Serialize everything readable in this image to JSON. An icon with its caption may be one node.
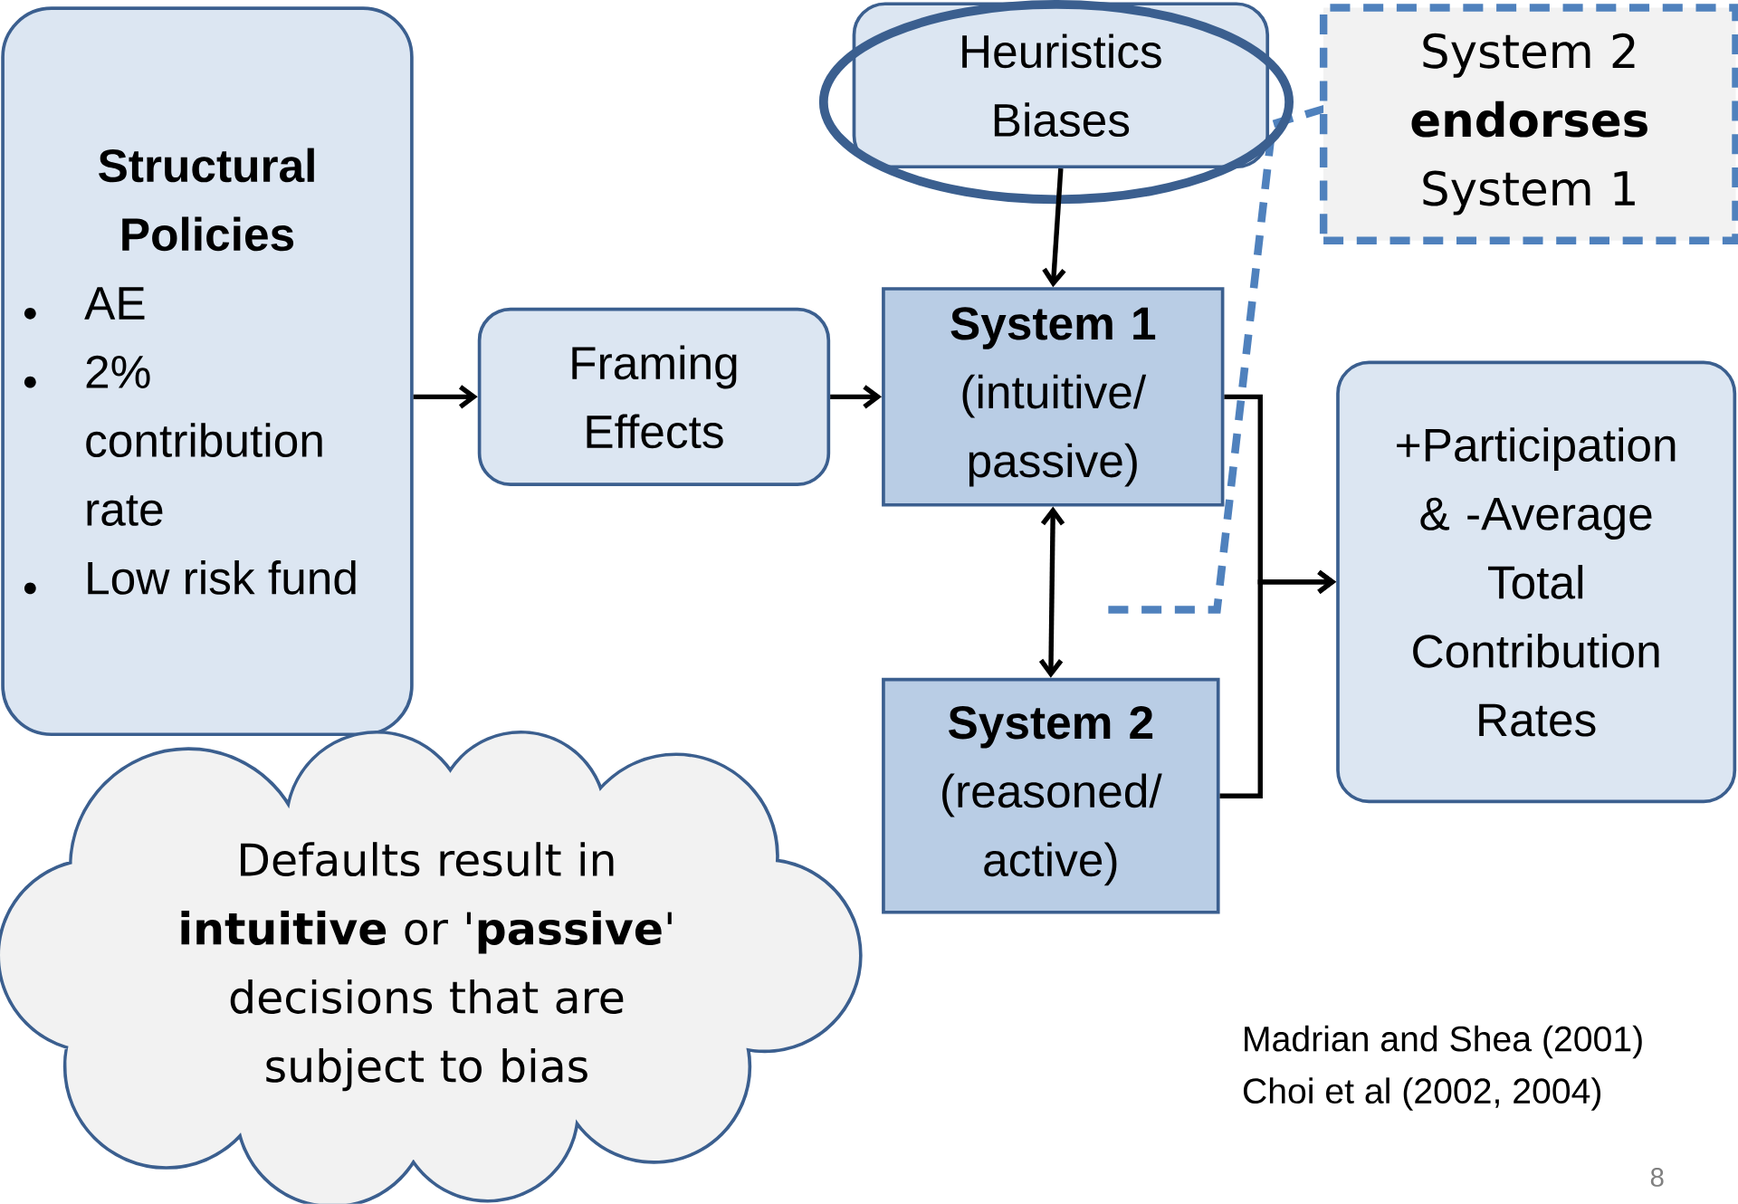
{
  "diagram": {
    "nodes": [
      {
        "text": [
          "Structural Policies",
          "AE",
          "2% contribution rate",
          "Low risk fund"
        ]
      },
      {
        "text": [
          "Framing Effects"
        ]
      },
      {
        "text": [
          "Heuristics Biases"
        ]
      },
      {
        "text": [
          "System 1",
          "(intuitive/ passive)"
        ]
      },
      {
        "text": [
          "System 2",
          "(reasoned/ active)"
        ]
      },
      {
        "text": [
          "+Participation & -Average Total Contribution Rates"
        ]
      },
      {
        "text": [
          "System 2 **endorses** System 1"
        ]
      },
      {
        "text": [
          "Defaults result in **intuitive** or '**passive**' decisions that are subject to bias"
        ]
      }
    ],
    "edges": [
      {
        "from": 0,
        "to": 1,
        "arrow": "to"
      },
      {
        "from": 1,
        "to": 3,
        "arrow": "to"
      },
      {
        "from": 2,
        "to": 3,
        "arrow": "to"
      },
      {
        "from": 3,
        "to": 4,
        "arrow": "both"
      },
      {
        "from": 3,
        "to": 5,
        "arrow": "to"
      },
      {
        "from": 4,
        "to": 5,
        "arrow": "to"
      }
    ],
    "labels": [
      "Madrian and Shea (2001)",
      "Choi et al (2002, 2004)",
      "8"
    ]
  }
}
